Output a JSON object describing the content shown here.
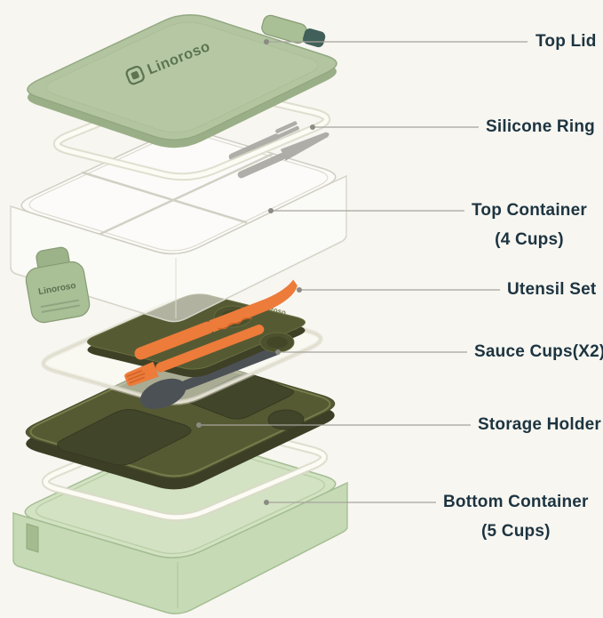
{
  "brand": {
    "name": "Linoroso"
  },
  "labels": [
    {
      "title": "Top Lid"
    },
    {
      "title": "Silicone Ring"
    },
    {
      "title": "Top Container",
      "line2": "(4 Cups)"
    },
    {
      "title": "Utensil Set"
    },
    {
      "title": "Sauce Cups(X2)"
    },
    {
      "title": "Storage Holder"
    },
    {
      "title": "Bottom Container",
      "line2": "(5 Cups)"
    }
  ],
  "colors": {
    "background": "#f7f6f1",
    "label_text": "#1d3440",
    "leader_line": "#a6a49c",
    "lid_green": "#b2c5a0",
    "clip_green": "#a9bf96",
    "latch_teal": "#41605a",
    "container_body_green": "#c6dab6",
    "olive_dark": "#565a33",
    "olive_recess": "#41452a",
    "utensil_orange": "#ed7b3a",
    "spoon_gray": "#4c5156",
    "ring_white": "#fcfbf4"
  }
}
